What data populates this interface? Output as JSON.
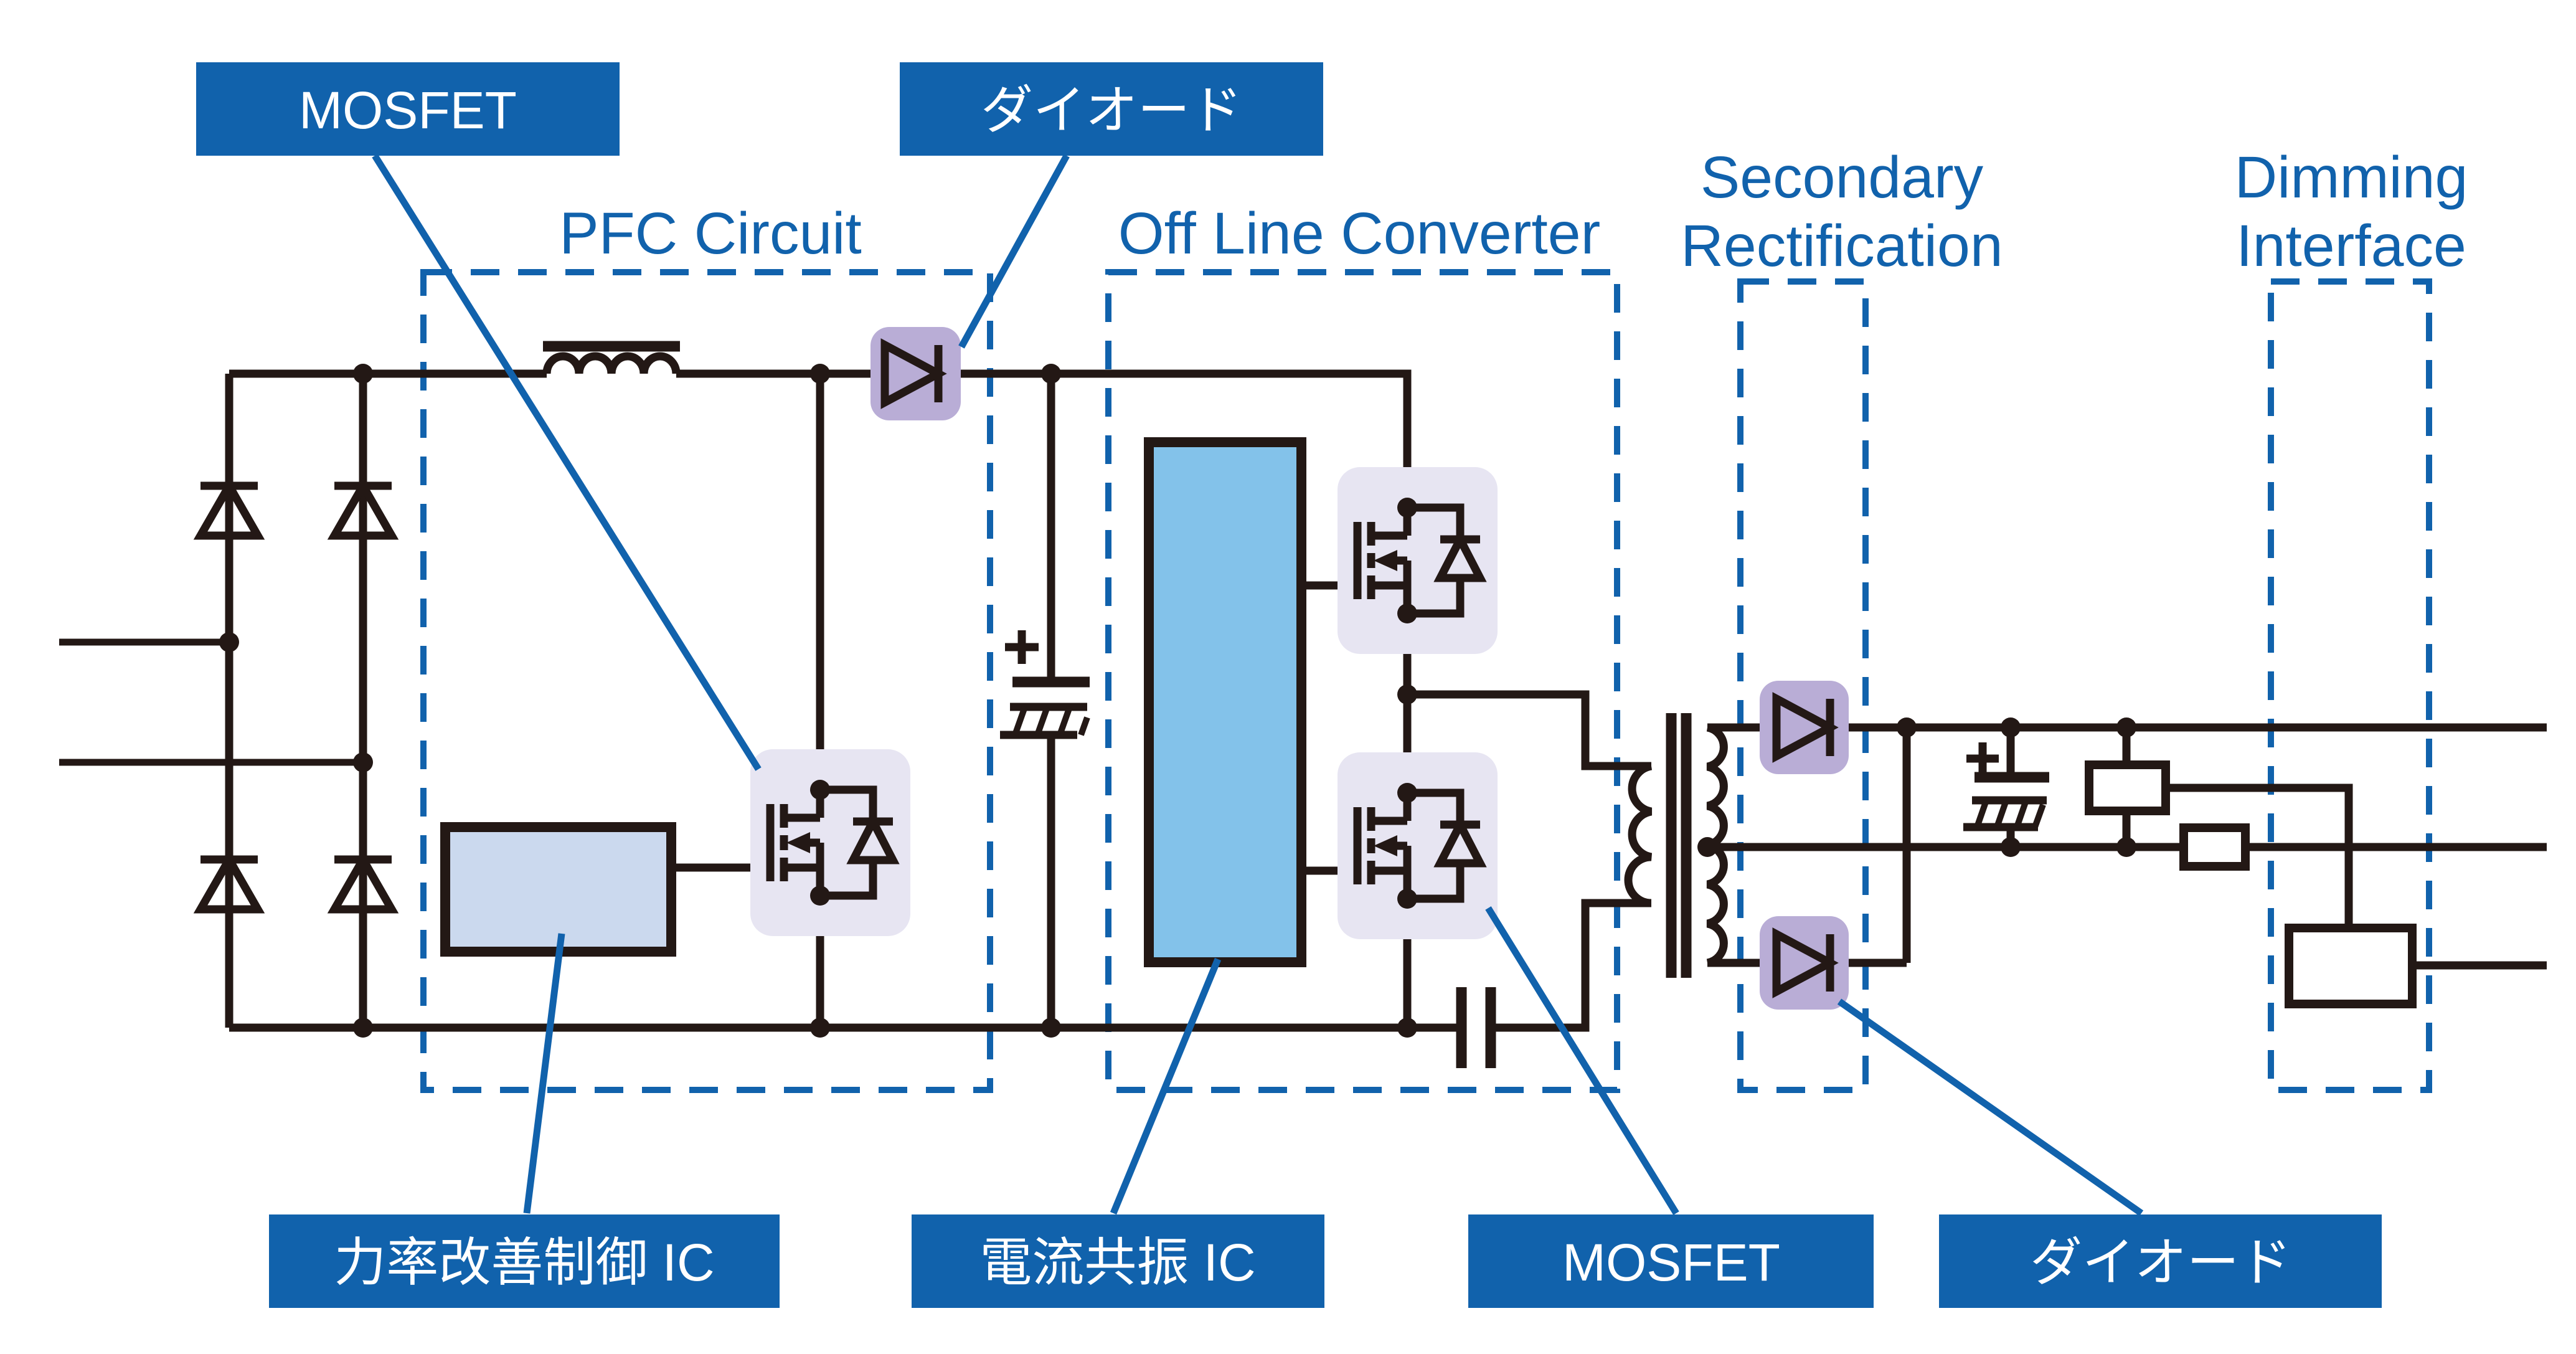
{
  "diagram": {
    "type": "circuit-schematic",
    "subject": "LED lighting power supply block schematic",
    "sections": {
      "pfc": {
        "title": "PFC Circuit"
      },
      "offline": {
        "title": "Off Line Converter"
      },
      "secondary": {
        "title_lines": [
          "Secondary",
          "Rectification"
        ]
      },
      "dimming": {
        "title_lines": [
          "Dimming",
          "Interface"
        ]
      }
    },
    "callouts": {
      "mosfet_top": "MOSFET",
      "diode_top": "ダイオード",
      "pfc_control_ic": "力率改善制御 IC",
      "resonance_ic": "電流共振 IC",
      "mosfet_bottom": "MOSFET",
      "diode_bottom": "ダイオード"
    },
    "colors": {
      "accent_blue": "#1162AC",
      "line_black": "#231815",
      "pfc_ic_fill": "#CBD9EE",
      "resonance_ic_fill": "#83C2EA",
      "mosfet_highlight": "#E7E5F2",
      "diode_highlight": "#B9ADD6",
      "background": "#FFFFFF"
    }
  }
}
